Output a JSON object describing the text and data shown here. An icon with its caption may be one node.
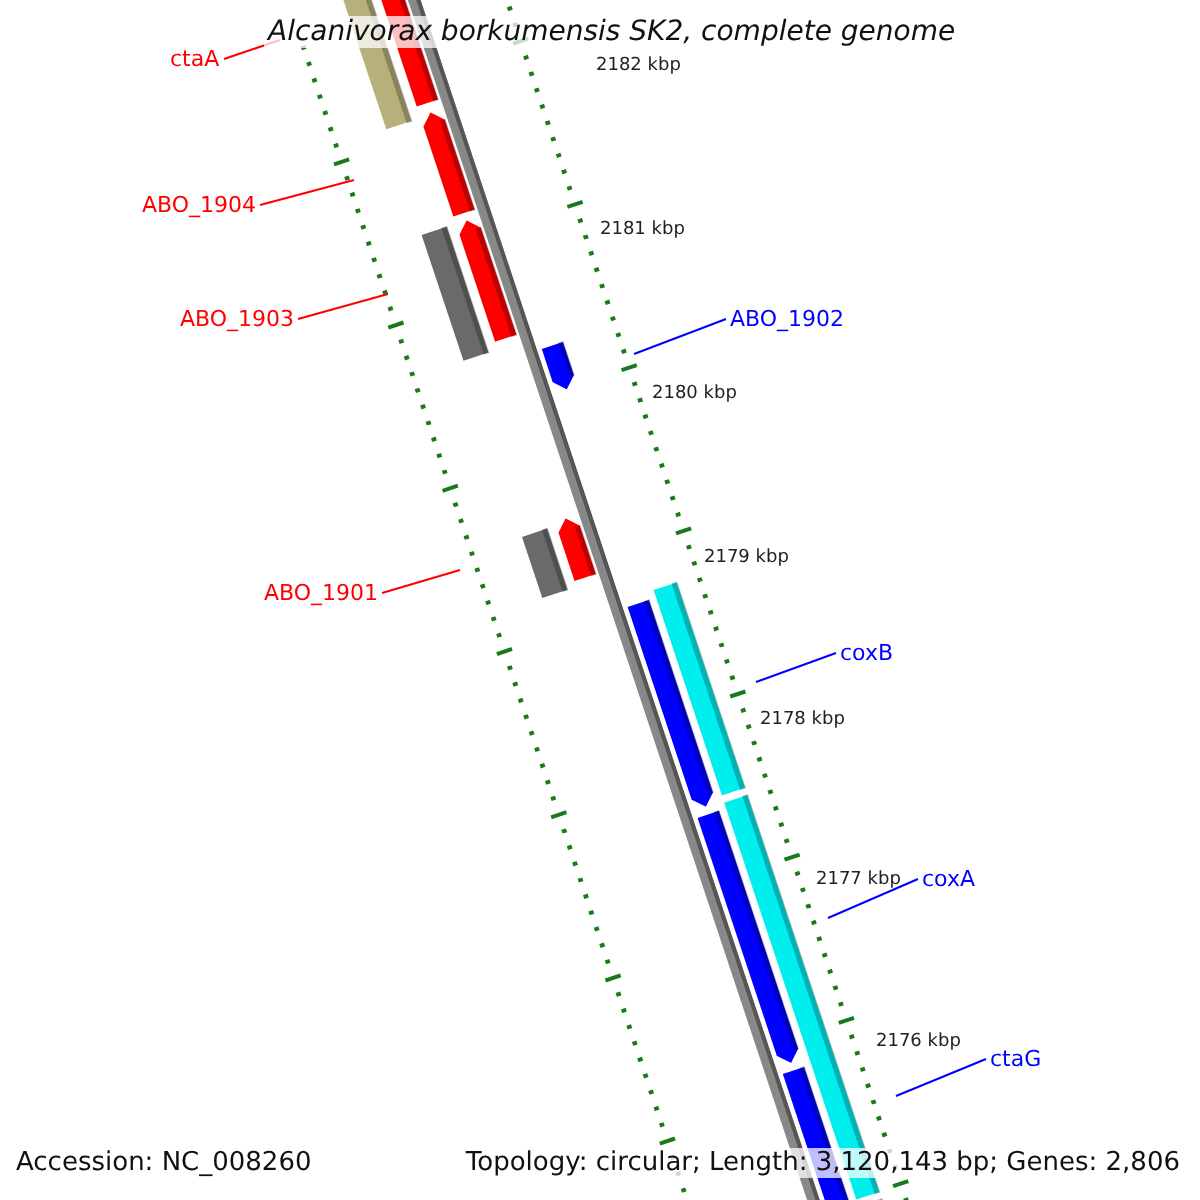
{
  "diagram": {
    "title": "Alcanivorax borkumensis SK2, complete genome",
    "nodes": [
      {
        "text": [
          "ctaA"
        ]
      },
      {
        "text": [
          "ABO_1904"
        ]
      },
      {
        "text": [
          "ABO_1903"
        ]
      },
      {
        "text": [
          "ABO_1902"
        ]
      },
      {
        "text": [
          "ABO_1901"
        ]
      },
      {
        "text": [
          "coxB"
        ]
      },
      {
        "text": [
          "coxA"
        ]
      },
      {
        "text": [
          "ctaG"
        ]
      }
    ],
    "edges": [
      {
        "from": 0,
        "to": null,
        "arrow": "none"
      },
      {
        "from": 1,
        "to": null,
        "arrow": "none"
      },
      {
        "from": 2,
        "to": null,
        "arrow": "none"
      },
      {
        "from": 3,
        "to": null,
        "arrow": "none",
        "color": "#0000ff"
      },
      {
        "from": 4,
        "to": null,
        "arrow": "none"
      },
      {
        "from": 5,
        "to": null,
        "arrow": "none",
        "color": "#0000ff"
      },
      {
        "from": 6,
        "to": null,
        "arrow": "none",
        "color": "#0000ff"
      },
      {
        "from": 7,
        "to": null,
        "arrow": "none",
        "color": "#0000ff"
      }
    ],
    "labels": [
      "2182 kbp",
      "2181 kbp",
      "2180 kbp",
      "2179 kbp",
      "2178 kbp",
      "2177 kbp",
      "2176 kbp",
      "Accession: NC_008260",
      "Topology: circular; Length: 3,120,143 bp; Genes: 2,806"
    ]
  }
}
